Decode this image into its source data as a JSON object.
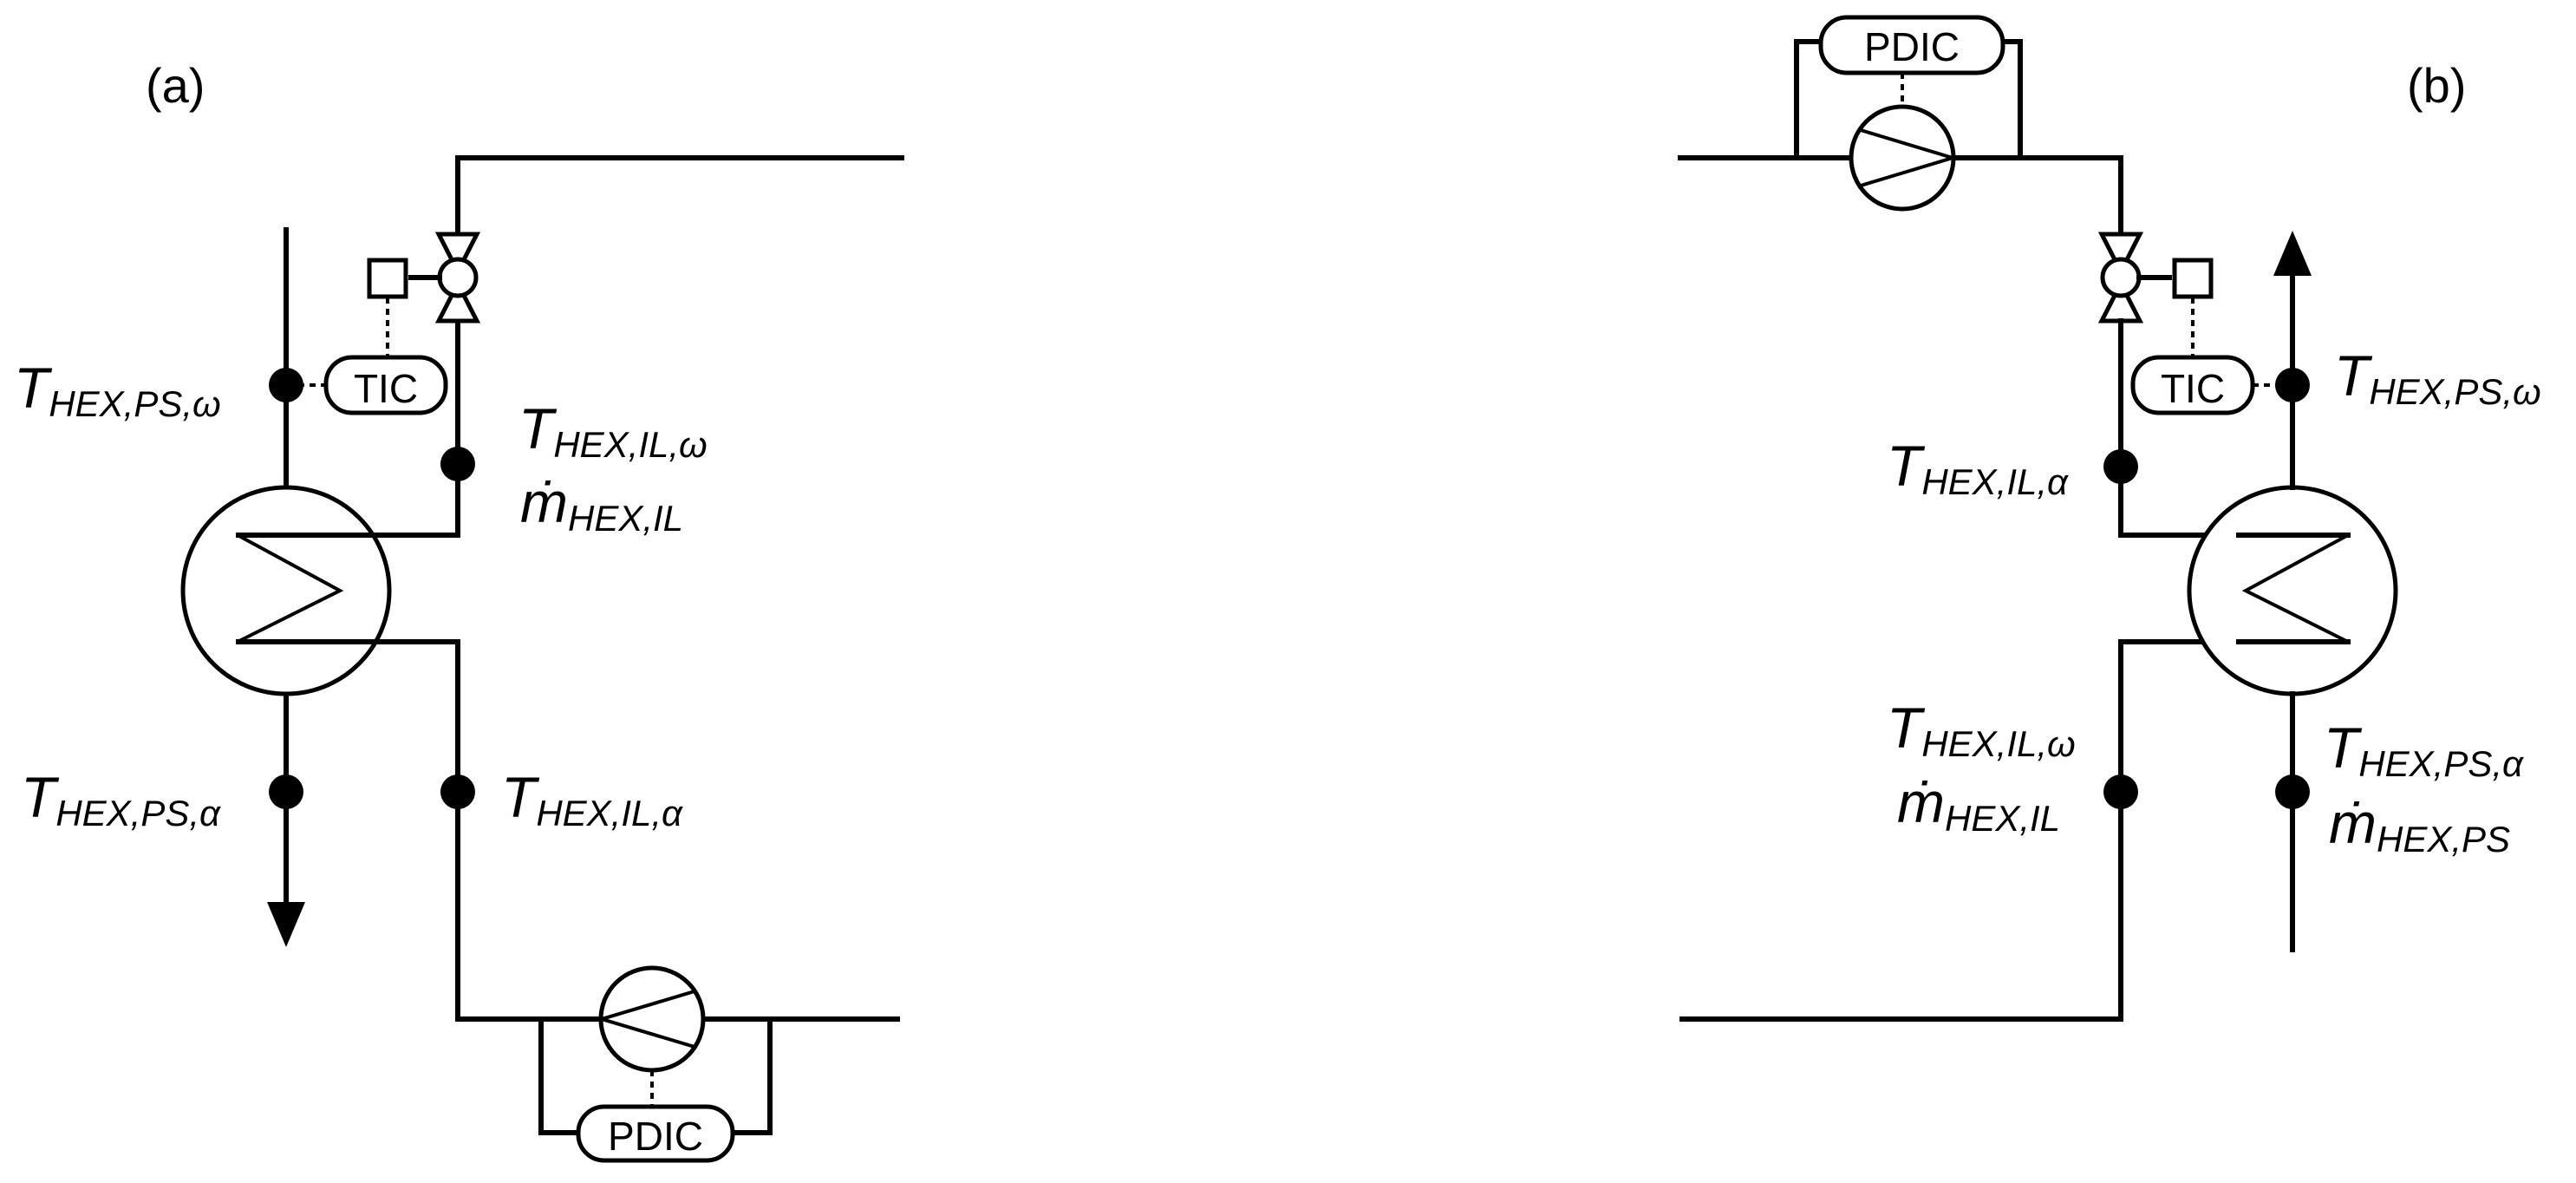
{
  "panel_a": {
    "label": "(a)",
    "controllers": {
      "tic": "TIC",
      "pdic": "PDIC"
    },
    "sensors": {
      "ps_out": {
        "sym": "T",
        "sub": "HEX,PS,ω"
      },
      "ps_in": {
        "sym": "T",
        "sub": "HEX,PS,α"
      },
      "il_out": {
        "sym": "T",
        "sub": "HEX,IL,ω"
      },
      "il_flow": {
        "sym": "ṁ",
        "sub": "HEX,IL"
      },
      "il_in": {
        "sym": "T",
        "sub": "HEX,IL,α"
      }
    }
  },
  "panel_b": {
    "label": "(b)",
    "controllers": {
      "tic": "TIC",
      "pdic": "PDIC"
    },
    "sensors": {
      "ps_out": {
        "sym": "T",
        "sub": "HEX,PS,ω"
      },
      "il_in": {
        "sym": "T",
        "sub": "HEX,IL,α"
      },
      "il_out": {
        "sym": "T",
        "sub": "HEX,IL,ω"
      },
      "il_flow": {
        "sym": "ṁ",
        "sub": "HEX,IL"
      },
      "ps_in": {
        "sym": "T",
        "sub": "HEX,PS,α"
      },
      "ps_flow": {
        "sym": "ṁ",
        "sub": "HEX,PS"
      }
    }
  }
}
